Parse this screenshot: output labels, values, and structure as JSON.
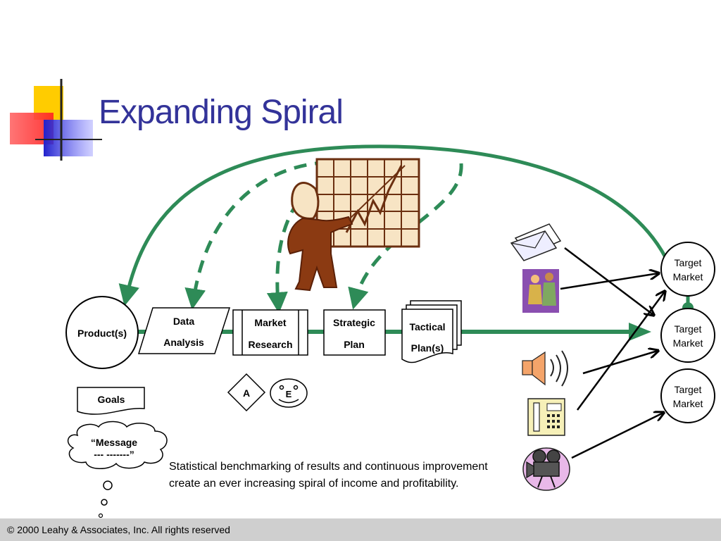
{
  "slide": {
    "title": "Expanding Spiral",
    "caption_line1": "Statistical benchmarking of results and continuous improvement",
    "caption_line2": "create an ever increasing spiral of income and profitability.",
    "footer": "© 2000 Leahy & Associates, Inc. All rights reserved"
  },
  "flow": {
    "product": "Product(s)",
    "data_analysis_1": "Data",
    "data_analysis_2": "Analysis",
    "market_research_1": "Market",
    "market_research_2": "Research",
    "strategic_plan_1": "Strategic",
    "strategic_plan_2": "Plan",
    "tactical_plan_1": "Tactical",
    "tactical_plan_2": "Plan(s)",
    "goals": "Goals",
    "message_1": "“Message",
    "message_2": "--- -------”",
    "diamond_a": "A",
    "face_e": "E"
  },
  "targets": [
    {
      "line1": "Target",
      "line2": "Market"
    },
    {
      "line1": "Target",
      "line2": "Market"
    },
    {
      "line1": "Target",
      "line2": "Market"
    }
  ],
  "colors": {
    "title": "#333399",
    "flow_green": "#2e8b57",
    "logo_yellow": "#ffcc00",
    "logo_red": "#ff3333",
    "logo_blue": "#3333cc"
  }
}
